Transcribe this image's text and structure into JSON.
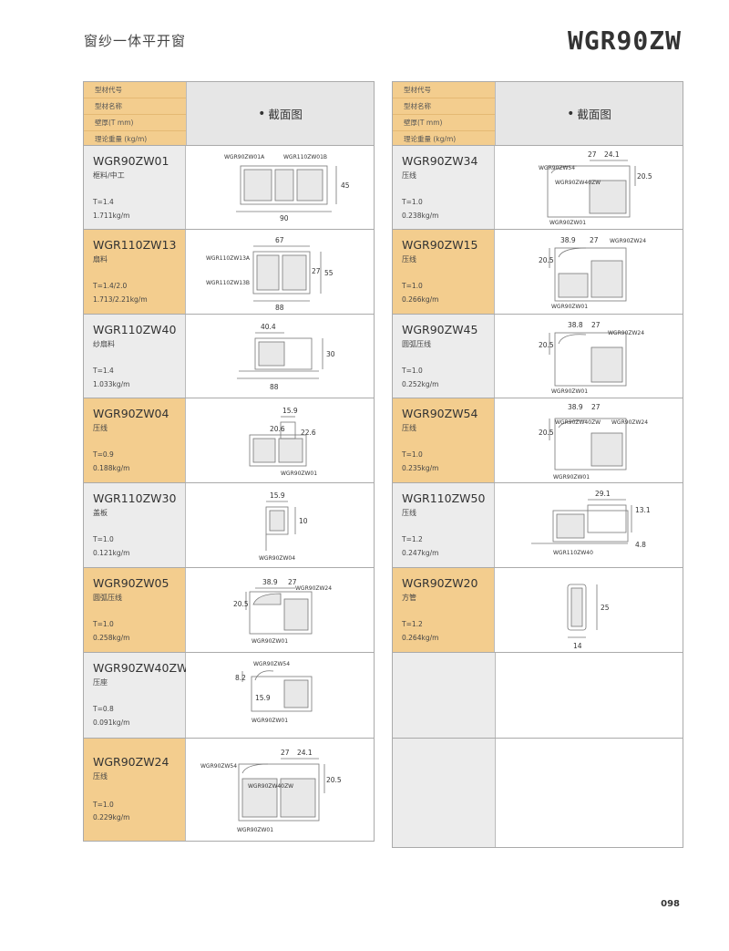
{
  "page": {
    "title": "窗纱一体平开窗",
    "series": "WGR90ZW",
    "page_number": "098"
  },
  "header": {
    "labels": [
      "型材代号",
      "型材名称",
      "壁厚(T mm)",
      "理论重量 (kg/m)"
    ],
    "section_label": "截面图"
  },
  "left_rows": [
    {
      "code": "WGR90ZW01",
      "name": "框料/中工",
      "thickness": "T=1.4",
      "weight": "1.711kg/m",
      "labels": [
        "WGR90ZW01A",
        "WGR110ZW01B"
      ],
      "dims": [
        "90",
        "45"
      ]
    },
    {
      "code": "WGR110ZW13",
      "name": "扇料",
      "thickness": "T=1.4/2.0",
      "weight": "1.713/2.21kg/m",
      "labels": [
        "WGR110ZW13A",
        "WGR110ZW13B"
      ],
      "dims": [
        "67",
        "27",
        "55",
        "88"
      ]
    },
    {
      "code": "WGR110ZW40",
      "name": "纱扇料",
      "thickness": "T=1.4",
      "weight": "1.033kg/m",
      "labels": [],
      "dims": [
        "40.4",
        "30",
        "88"
      ]
    },
    {
      "code": "WGR90ZW04",
      "name": "压线",
      "thickness": "T=0.9",
      "weight": "0.188kg/m",
      "labels": [
        "WGR90ZW01"
      ],
      "dims": [
        "15.9",
        "20.6",
        "22.6"
      ]
    },
    {
      "code": "WGR110ZW30",
      "name": "盖板",
      "thickness": "T=1.0",
      "weight": "0.121kg/m",
      "labels": [
        "WGR90ZW04"
      ],
      "dims": [
        "15.9",
        "10"
      ]
    },
    {
      "code": "WGR90ZW05",
      "name": "圆弧压线",
      "thickness": "T=1.0",
      "weight": "0.258kg/m",
      "labels": [
        "WGR90ZW24",
        "WGR90ZW01"
      ],
      "dims": [
        "38.9",
        "27",
        "20.5"
      ]
    },
    {
      "code": "WGR90ZW40ZW",
      "name": "压座",
      "thickness": "T=0.8",
      "weight": "0.091kg/m",
      "labels": [
        "WGR90ZW54",
        "WGR90ZW01"
      ],
      "dims": [
        "8.2",
        "15.9"
      ]
    },
    {
      "code": "WGR90ZW24",
      "name": "压线",
      "thickness": "T=1.0",
      "weight": "0.229kg/m",
      "labels": [
        "WGR90ZW54",
        "WGR90ZW40ZW",
        "WGR90ZW01"
      ],
      "dims": [
        "27",
        "24.1",
        "20.5"
      ]
    }
  ],
  "right_rows": [
    {
      "code": "WGR90ZW34",
      "name": "压线",
      "thickness": "T=1.0",
      "weight": "0.238kg/m",
      "labels": [
        "WGR90ZW54",
        "WGR90ZW40ZW",
        "WGR90ZW01"
      ],
      "dims": [
        "27",
        "24.1",
        "20.5"
      ]
    },
    {
      "code": "WGR90ZW15",
      "name": "压线",
      "thickness": "T=1.0",
      "weight": "0.266kg/m",
      "labels": [
        "WGR90ZW24",
        "WGR90ZW01"
      ],
      "dims": [
        "38.9",
        "27",
        "20.5"
      ]
    },
    {
      "code": "WGR90ZW45",
      "name": "圆弧压线",
      "thickness": "T=1.0",
      "weight": "0.252kg/m",
      "labels": [
        "WGR90ZW24",
        "WGR90ZW01"
      ],
      "dims": [
        "38.8",
        "27",
        "20.5"
      ]
    },
    {
      "code": "WGR90ZW54",
      "name": "压线",
      "thickness": "T=1.0",
      "weight": "0.235kg/m",
      "labels": [
        "WGR90ZW40ZW",
        "WGR90ZW24",
        "WGR90ZW01"
      ],
      "dims": [
        "38.9",
        "27",
        "20.5"
      ]
    },
    {
      "code": "WGR110ZW50",
      "name": "压线",
      "thickness": "T=1.2",
      "weight": "0.247kg/m",
      "labels": [
        "WGR110ZW40"
      ],
      "dims": [
        "29.1",
        "13.1",
        "4.8"
      ]
    },
    {
      "code": "WGR90ZW20",
      "name": "方管",
      "thickness": "T=1.2",
      "weight": "0.264kg/m",
      "labels": [],
      "dims": [
        "25",
        "14"
      ]
    }
  ]
}
